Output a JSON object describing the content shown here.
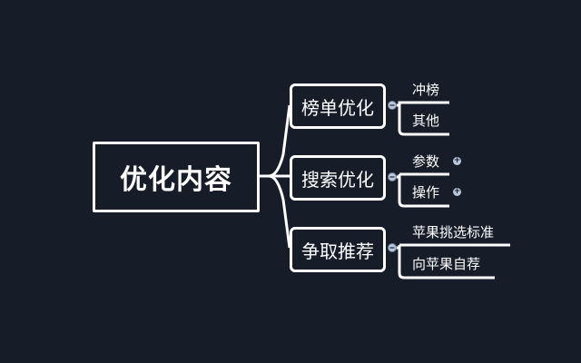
{
  "root": {
    "label": "优化内容"
  },
  "branches": [
    {
      "label": "榜单优化",
      "children": [
        {
          "label": "冲榜"
        },
        {
          "label": "其他"
        }
      ]
    },
    {
      "label": "搜索优化",
      "children": [
        {
          "label": "参数",
          "collapsed": true
        },
        {
          "label": "操作",
          "collapsed": true
        }
      ]
    },
    {
      "label": "争取推荐",
      "children": [
        {
          "label": "苹果挑选标准"
        },
        {
          "label": "向苹果自荐"
        }
      ]
    }
  ],
  "colors": {
    "background": "#161d28",
    "line": "#ffffff",
    "toggle": "#b9c6dc"
  }
}
